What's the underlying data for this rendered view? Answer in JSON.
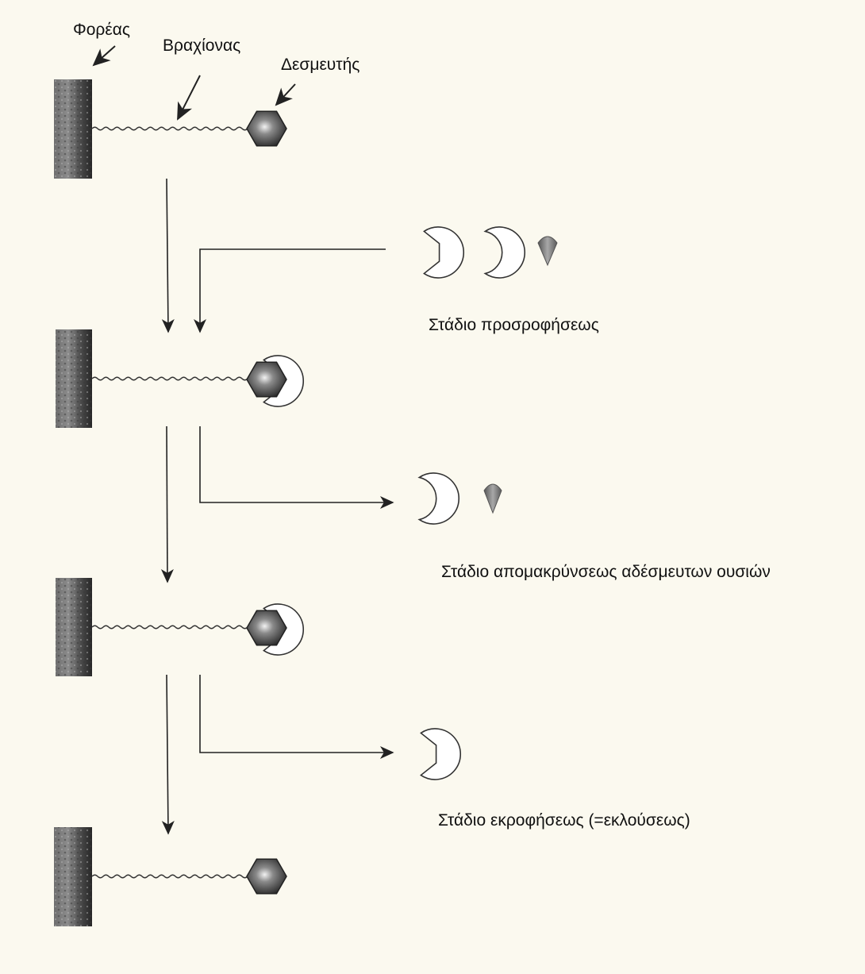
{
  "labels": {
    "carrier": "Φορέας",
    "arm": "Βραχίονας",
    "ligand": "Δεσμευτής"
  },
  "stages": {
    "adsorption": "Στάδιο προσροφήσεως",
    "removal": "Στάδιο απομακρύνσεως αδέσμευτων ουσιών",
    "elution": "Στάδιο εκροφήσεως (=εκλούσεως)"
  },
  "colors": {
    "background": "#fbf9ef",
    "line": "#222222",
    "carrier_dark": "#2e2e2e",
    "carrier_light": "#9a9a9a",
    "ligand": "#3a3a3a",
    "crescent_stroke": "#333333",
    "cone": "#777777"
  },
  "icons": [
    "carrier-block",
    "wavy-arm",
    "hexagon-ligand",
    "crescent-molecule",
    "cone-molecule",
    "arrow"
  ]
}
